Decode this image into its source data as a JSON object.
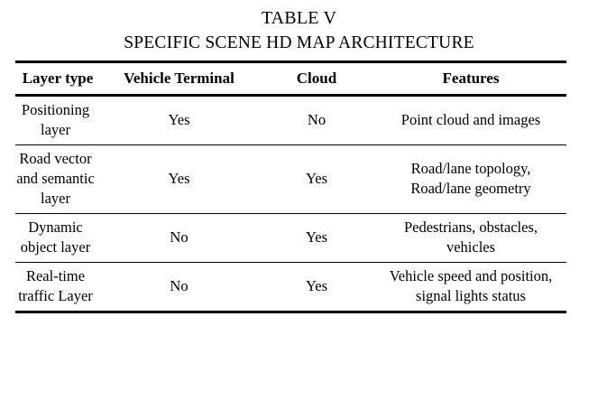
{
  "caption": {
    "title": "TABLE V",
    "subtitle": "SPECIFIC SCENE HD MAP ARCHITECTURE"
  },
  "table": {
    "columns": [
      {
        "key": "layer_type",
        "label": "Layer type"
      },
      {
        "key": "vehicle_terminal",
        "label": "Vehicle Terminal"
      },
      {
        "key": "cloud",
        "label": "Cloud"
      },
      {
        "key": "features",
        "label": "Features"
      }
    ],
    "rows": [
      {
        "layer_type": "Positioning layer",
        "vehicle_terminal": "Yes",
        "cloud": "No",
        "features": "Point cloud and images"
      },
      {
        "layer_type": "Road vector and semantic layer",
        "vehicle_terminal": "Yes",
        "cloud": "Yes",
        "features": "Road/lane topology, Road/lane geometry"
      },
      {
        "layer_type": "Dynamic object layer",
        "vehicle_terminal": "No",
        "cloud": "Yes",
        "features": "Pedestrians, obstacles, vehicles"
      },
      {
        "layer_type": "Real-time traffic Layer",
        "vehicle_terminal": "No",
        "cloud": "Yes",
        "features": "Vehicle speed and position, signal lights status"
      }
    ]
  },
  "style": {
    "text_color": "#000000",
    "background_color": "#ffffff",
    "rule_color": "#000000"
  }
}
